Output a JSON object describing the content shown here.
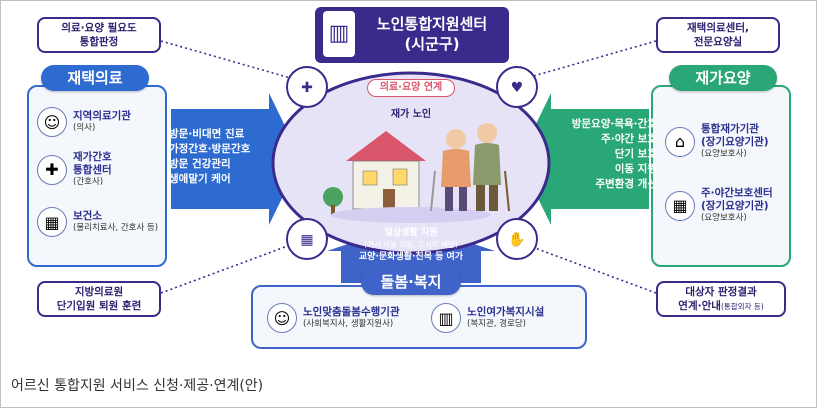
{
  "center": {
    "title_line1": "노인통합지원센터",
    "title_line2": "(시군구)",
    "link_label": "의료·요양 연계",
    "home_label": "재가 노인"
  },
  "callouts": {
    "top_left_1": "의료·요양 필요도",
    "top_left_2": "통합판정",
    "top_right_1": "재택의료센터,",
    "top_right_2": "전문요양실",
    "bottom_left_1": "지방의료원",
    "bottom_left_2": "단기입원 퇴원 훈련",
    "bottom_right_1": "대상자 판정결과",
    "bottom_right_2": "연계·안내",
    "bottom_right_2_small": "(통합외자 등)"
  },
  "left_panel": {
    "tag": "재택의료",
    "items": [
      {
        "title": "지역의료기관",
        "sub": "(의사)"
      },
      {
        "title1": "재가간호",
        "title2": "통합센터",
        "sub": "(간호사)"
      },
      {
        "title": "보건소",
        "sub": "(물리치료사, 간호사 등)"
      }
    ],
    "services": [
      "방문·비대면 진료",
      "가정간호·방문간호",
      "방문 건강관리",
      "생애말기 케어"
    ]
  },
  "right_panel": {
    "tag": "재가요양",
    "items": [
      {
        "title1": "통합재가기관",
        "title2": "(장기요양기관)",
        "sub": "(요양보호사)"
      },
      {
        "title1": "주·야간보호센터",
        "title2": "(장기요양기관)",
        "sub": "(요양보호사)"
      }
    ],
    "services": [
      "방문요양·목욕·간호",
      "주·야간 보호",
      "단기 보호",
      "이동 지원",
      "주변환경 개선"
    ]
  },
  "bottom_panel": {
    "tag": "돌봄·복지",
    "services_1": "일상생활 지원",
    "services_2": "(가사·이동 지원, 도시락 배달)",
    "services_3": "교양·문화생활·친목 등 여가",
    "items": [
      {
        "title": "노인맞춤돌봄수행기관",
        "sub": "(사회복지사, 생활지원사)"
      },
      {
        "title": "노인여가복지시설",
        "sub": "(복지관, 경로당)"
      }
    ]
  },
  "colors": {
    "purple": "#3a2a8c",
    "blue": "#2e6bd1",
    "green": "#2aa776",
    "lavender": "#e6e3f7"
  },
  "caption": "어르신 통합지원 서비스 신청·제공·연계(안)"
}
